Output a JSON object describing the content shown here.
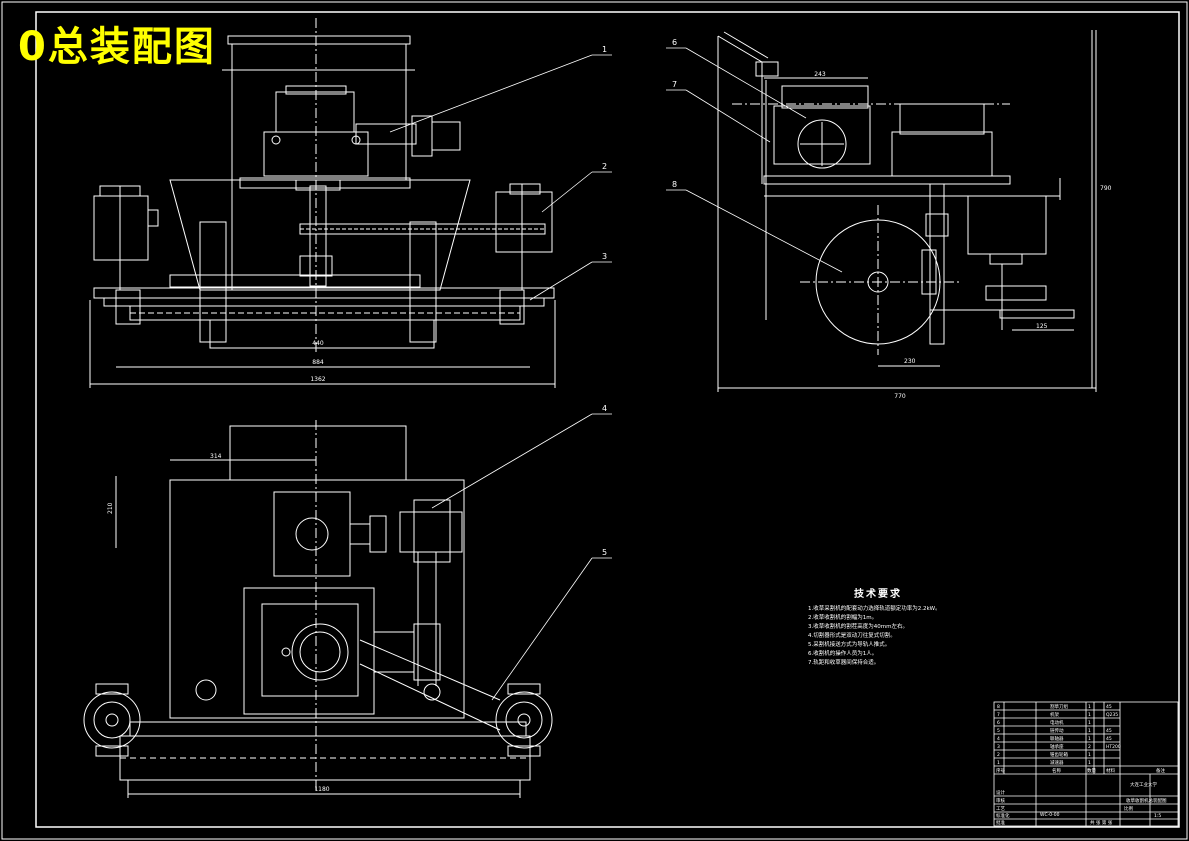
{
  "drawing_title": "0总装配图",
  "colors": {
    "background": "#000000",
    "lines": "#ffffff",
    "title": "#ffff00",
    "leaders": "#ffffff"
  },
  "part_labels": [
    "1",
    "2",
    "3",
    "4",
    "5",
    "6",
    "7",
    "8"
  ],
  "dimensions": {
    "front_inner": "440",
    "front_mid": "884",
    "front_overall": "1362",
    "side_top": "243",
    "side_overall": "770",
    "side_height": "790",
    "side_right": "125",
    "side_bottom": "230",
    "plan_width": "1180",
    "plan_top": "314",
    "plan_side": "210"
  },
  "technical_requirements": {
    "title": "技术要求",
    "items": [
      "1.收草采割机的配套动力选择轨道额定功率为2.2kW。",
      "2.收草收割机的割幅为1m。",
      "3.收草收割机的割茬高度为40mm左右。",
      "4.切割器形式是双动刀往复式切割。",
      "5.采割机接送方式为导轨人推式。",
      "6.收割机的操作人员为1人。",
      "7.轨距和收草器间保持合适。"
    ]
  },
  "title_block": {
    "school": "大连工业大学",
    "project": "收草收割机总装配图",
    "drawing_no": "WC-0-00",
    "bom_rows": [
      {
        "no": "8",
        "name": "割草刀组",
        "qty": "1",
        "mat": "45"
      },
      {
        "no": "7",
        "name": "机架",
        "qty": "1",
        "mat": "Q235"
      },
      {
        "no": "6",
        "name": "电动机",
        "qty": "1",
        "mat": ""
      },
      {
        "no": "5",
        "name": "链传动",
        "qty": "1",
        "mat": "45"
      },
      {
        "no": "4",
        "name": "联轴器",
        "qty": "1",
        "mat": "45"
      },
      {
        "no": "3",
        "name": "轴承座",
        "qty": "2",
        "mat": "HT200"
      },
      {
        "no": "2",
        "name": "锥齿轮箱",
        "qty": "1",
        "mat": ""
      },
      {
        "no": "1",
        "name": "减速器",
        "qty": "1",
        "mat": ""
      }
    ],
    "headers": {
      "no": "序号",
      "name": "名称",
      "qty": "数量",
      "mat": "材料",
      "note": "备注"
    },
    "sign_labels": [
      "设计",
      "审核",
      "工艺",
      "标准化",
      "批准"
    ],
    "scale_label": "比例",
    "scale": "1:5",
    "sheet": "共 张 第 张"
  }
}
